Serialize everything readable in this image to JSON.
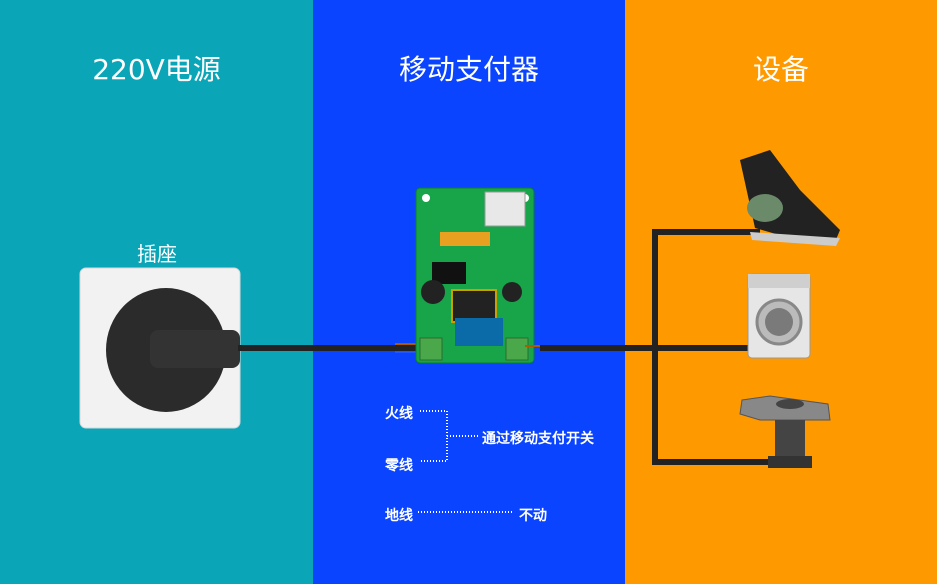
{
  "headings": {
    "power_source": "220V电源",
    "payment_device": "移动支付器",
    "equipment": "设备"
  },
  "labels": {
    "socket": "插座",
    "live_wire": "火线",
    "neutral_wire": "零线",
    "ground_wire": "地线",
    "via_switch": "通过移动支付开关",
    "unchanged": "不动"
  },
  "devices": [
    "massage-chair",
    "washing-machine",
    "arcade-machine"
  ],
  "colors": {
    "left_panel": "#0aa6b8",
    "middle_panel": "#0a44ff",
    "right_panel": "#ff9900",
    "pcb": "#1aa64a",
    "wire": "#222222"
  }
}
